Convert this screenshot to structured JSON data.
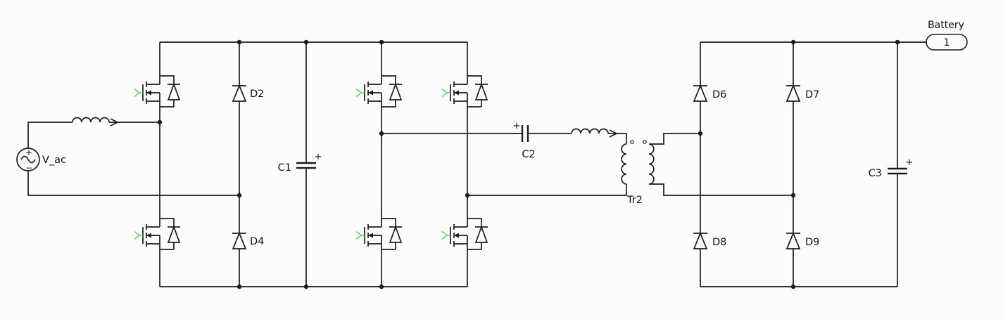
{
  "schematic": {
    "colors": {
      "wire": "#1c1c1c",
      "gate": "#7cc67c",
      "bg": "#fcfcfc",
      "text": "#111111"
    },
    "labels": {
      "source": "V_ac",
      "c1": "C1",
      "c2": "C2",
      "c3": "C3",
      "d2": "D2",
      "d4": "D4",
      "d6": "D6",
      "d7": "D7",
      "d8": "D8",
      "d9": "D9",
      "transformer": "Tr2",
      "battery": "Battery",
      "battery_port": "1",
      "plus": "+",
      "minus": "−"
    }
  }
}
